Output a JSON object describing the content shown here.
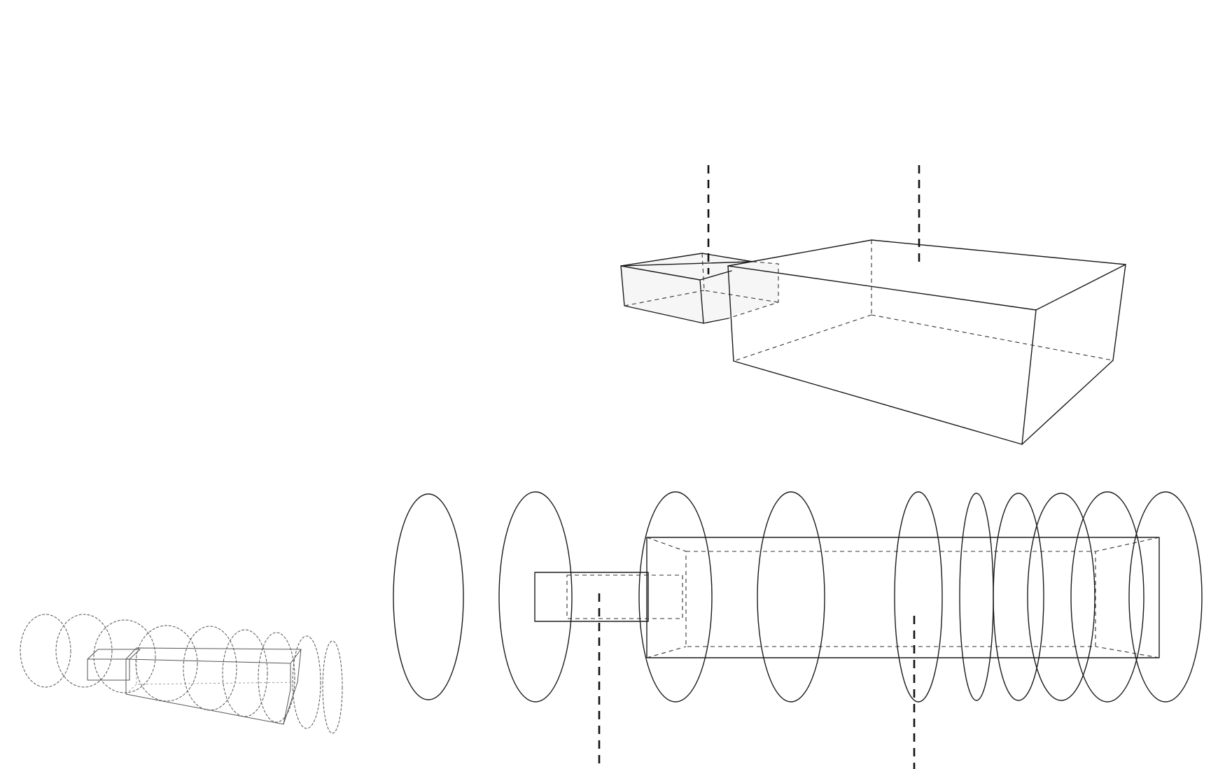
{
  "diagram": {
    "description_visible_text": [],
    "groups": [
      "thumbnail-spring-assembly",
      "exploded-box-pair",
      "spring-with-boxes"
    ]
  }
}
